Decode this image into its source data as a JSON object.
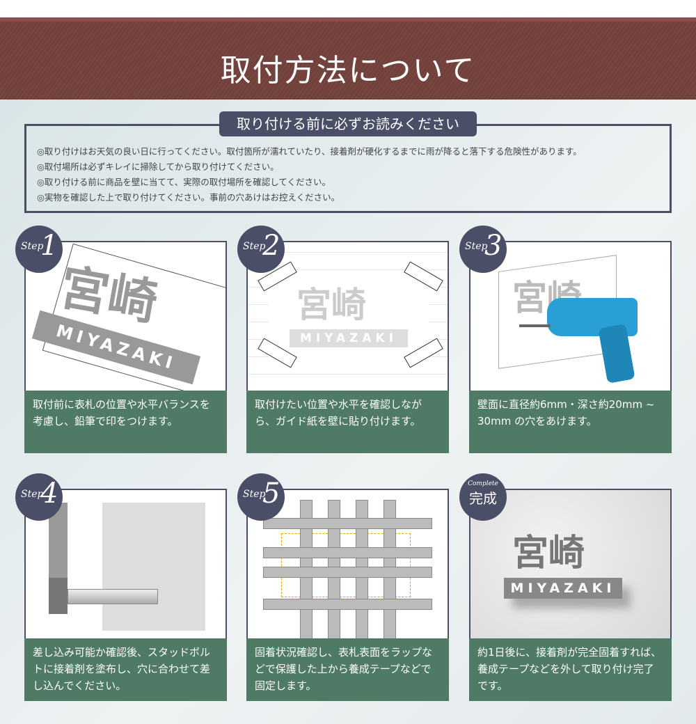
{
  "header": {
    "title": "取付方法について"
  },
  "notice": {
    "label": "取り付ける前に必ずお読みください",
    "items": [
      "◎取り付けはお天気の良い日に行ってください。取付箇所が濡れていたり、接着剤が硬化するまでに雨が降ると落下する危険性があります。",
      "◎取付場所は必ずキレイに掃除してから取り付けてください。",
      "◎取り付ける前に商品を壁に当てて、実際の取付場所を確認してください。",
      "◎実物を確認した上で取り付けてください。事前の穴あけはお控えください。"
    ]
  },
  "sign": {
    "kanji": "宮崎",
    "roman": "MIYAZAKI"
  },
  "steps": [
    {
      "step": "Step",
      "num": "1",
      "text": "取付前に表札の位置や水平バランスを考慮し、鉛筆で印をつけます。"
    },
    {
      "step": "Step",
      "num": "2",
      "text": "取付けたい位置や水平を確認しながら、ガイド紙を壁に貼り付けます。"
    },
    {
      "step": "Step",
      "num": "3",
      "text": "壁面に直径約6mm・深さ約20mm ~ 30mm の穴をあけます。"
    },
    {
      "step": "Step",
      "num": "4",
      "text": "差し込み可能か確認後、スタッドボルトに接着剤を塗布し、穴に合わせて差し込んでください。"
    },
    {
      "step": "Step",
      "num": "5",
      "text": "固着状況確認し、表札表面をラップなどで保護した上から養成テープなどで固定します。"
    },
    {
      "step": "Complete",
      "num": "完成",
      "text": "約1日後に、接着剤が完全固着すれば、養成テープなどを外して取り付け完了です。"
    }
  ],
  "colors": {
    "band": "#77453f",
    "navy": "#4a4e66",
    "green": "#4f7a66"
  }
}
